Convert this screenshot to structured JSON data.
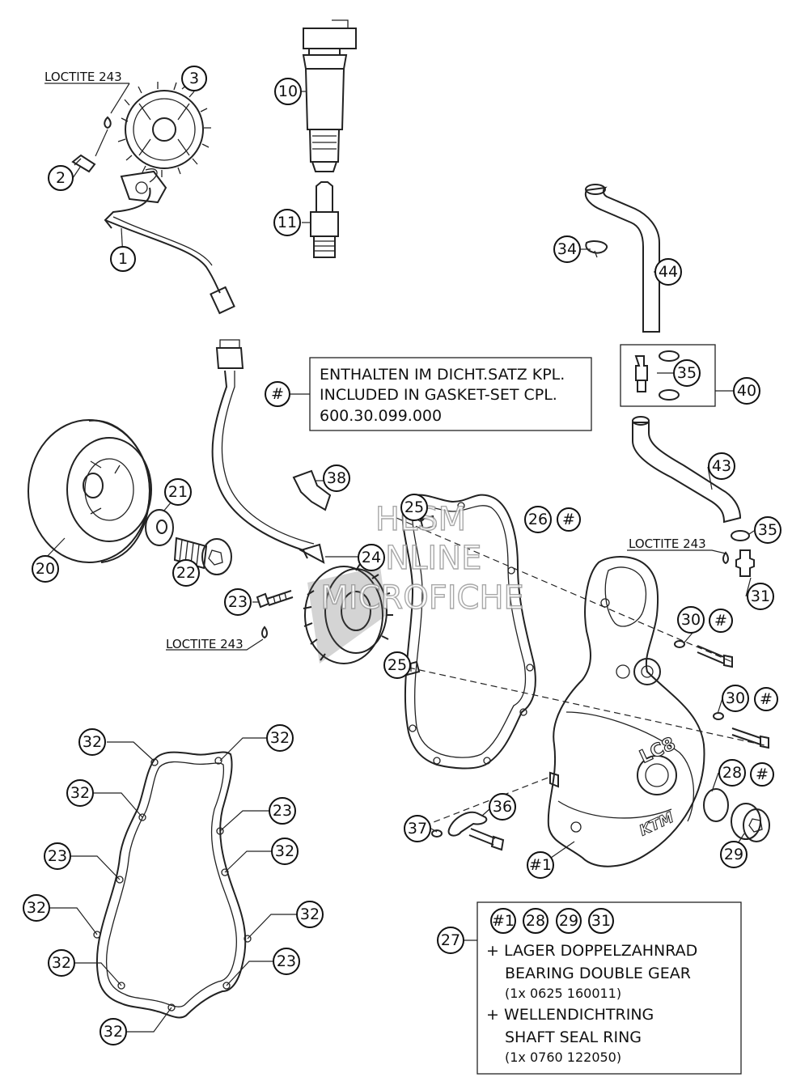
{
  "callouts": {
    "loctite": "LOCTITE 243",
    "n1": "1",
    "n2": "2",
    "n3": "3",
    "n10": "10",
    "n11": "11",
    "n20": "20",
    "n21": "21",
    "n22": "22",
    "n23": "23",
    "n24": "24",
    "n25": "25",
    "n26": "26",
    "n27": "27",
    "n28": "28",
    "n29": "29",
    "n30": "30",
    "n31": "31",
    "n32": "32",
    "n34": "34",
    "n35": "35",
    "n36": "36",
    "n37": "37",
    "n38": "38",
    "n40": "40",
    "n43": "43",
    "n44": "44",
    "hash": "#",
    "hash1": "#1"
  },
  "gasket_note": {
    "line1": "ENTHALTEN IM DICHT.SATZ KPL.",
    "line2": "INCLUDED IN GASKET-SET CPL.",
    "line3": "600.30.099.000"
  },
  "kit_note": {
    "line1": "+ LAGER DOPPELZAHNRAD",
    "line2": "BEARING DOUBLE GEAR",
    "line3": "(1x 0625 160011)",
    "line4": "+ WELLENDICHTRING",
    "line5": "SHAFT SEAL RING",
    "line6": "(1x 0760 122050)"
  },
  "watermark": {
    "line1": "HLSM",
    "line2": "ONLINE",
    "line3": "MICROFICHE"
  }
}
